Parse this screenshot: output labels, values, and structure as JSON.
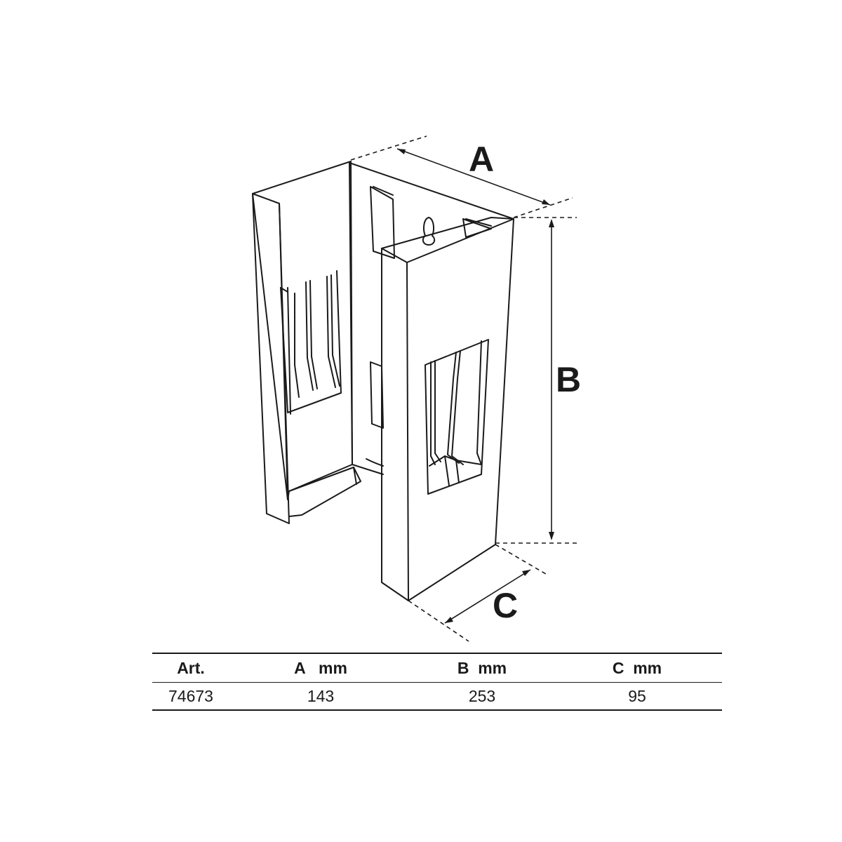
{
  "diagram": {
    "dimension_labels": {
      "a": "A",
      "b": "B",
      "c": "C"
    }
  },
  "table": {
    "headers": [
      "Art.",
      "A   mm",
      "B  mm",
      "C  mm"
    ],
    "rows": [
      [
        "74673",
        "143",
        "253",
        "95"
      ]
    ]
  }
}
